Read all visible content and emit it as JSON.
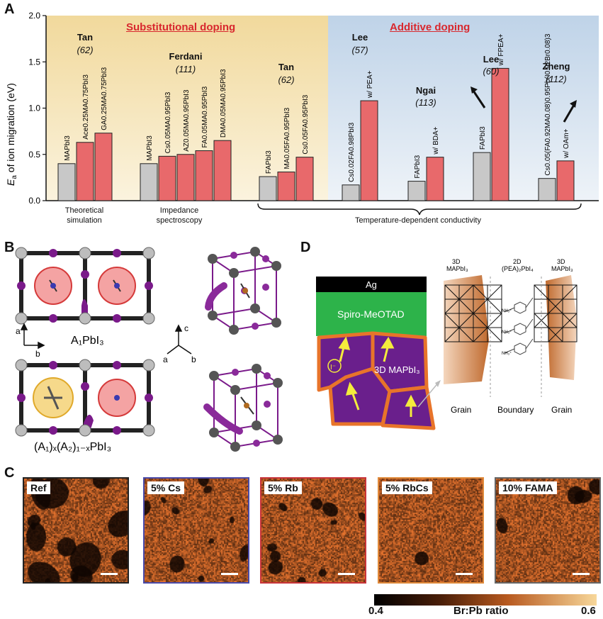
{
  "panels": {
    "a": "A",
    "b": "B",
    "c": "C",
    "d": "D"
  },
  "chart_data": {
    "type": "bar",
    "ylabel_main": "E",
    "ylabel_sub": "a",
    "ylabel_rest": " of ion migration (eV)",
    "ylim": [
      0,
      2.0
    ],
    "yticks": [
      "0.0",
      "0.5",
      "1.0",
      "1.5",
      "2.0"
    ],
    "sections": {
      "substitutional": "Substitutional doping",
      "additive": "Additive doping"
    },
    "colors": {
      "gray": "#c8c8c8",
      "red": "#e8696b",
      "sub_bg": "#f3e2b4",
      "add_bg": "#d7e3ef"
    },
    "groups": [
      {
        "name": "Tan",
        "ref": "(62)",
        "bars": [
          {
            "label": "MAPbI3",
            "value": 0.4,
            "color": "gray"
          },
          {
            "label": "Ace0.25MA0.75PbI3",
            "value": 0.63,
            "color": "red"
          },
          {
            "label": "GA0.25MA0.75PbI3",
            "value": 0.73,
            "color": "red"
          }
        ]
      },
      {
        "name": "Ferdani",
        "ref": "(111)",
        "bars": [
          {
            "label": "MAPbI3",
            "value": 0.4,
            "color": "gray"
          },
          {
            "label": "Cs0.05MA0.95PbI3",
            "value": 0.48,
            "color": "red"
          },
          {
            "label": "AZ0.05MA0.95PbI3",
            "value": 0.5,
            "color": "red"
          },
          {
            "label": "FA0.05MA0.95PbI3",
            "value": 0.54,
            "color": "red"
          },
          {
            "label": "DMA0.05MA0.95PbI3",
            "value": 0.65,
            "color": "red"
          }
        ]
      },
      {
        "name": "Tan",
        "ref": "(62)",
        "bars": [
          {
            "label": "FAPbI3",
            "value": 0.26,
            "color": "gray"
          },
          {
            "label": "MA0.05FA0.95PbI3",
            "value": 0.31,
            "color": "red"
          },
          {
            "label": "Cs0.05FA0.95PbI3",
            "value": 0.47,
            "color": "red"
          }
        ]
      },
      {
        "name": "Lee",
        "ref": "(57)",
        "bars": [
          {
            "label": "Cs0.02FA0.98PbI3",
            "value": 0.17,
            "color": "gray"
          },
          {
            "label": "w/ PEA+",
            "value": 1.08,
            "color": "red"
          }
        ]
      },
      {
        "name": "Ngai",
        "ref": "(113)",
        "bars": [
          {
            "label": "FAPbI3",
            "value": 0.21,
            "color": "gray"
          },
          {
            "label": "w/ BDA+",
            "value": 0.47,
            "color": "red"
          }
        ]
      },
      {
        "name": "Lee",
        "ref": "(60)",
        "bars": [
          {
            "label": "FAPbI3",
            "value": 0.52,
            "color": "gray"
          },
          {
            "label": "w/ FPEA+",
            "value": 1.43,
            "color": "red"
          }
        ]
      },
      {
        "name": "Zheng",
        "ref": "(112)",
        "bars": [
          {
            "label": "Cs0.05(FA0.92MA0.08)0.95Pb(I0.92Br0.08)3",
            "value": 0.24,
            "color": "gray"
          },
          {
            "label": "w/ OAm+",
            "value": 0.43,
            "color": "red"
          }
        ]
      }
    ],
    "methods": {
      "theoretical": [
        "Theoretical",
        "simulation"
      ],
      "impedance": [
        "Impedance",
        "spectroscopy"
      ],
      "temperature": "Temperature-dependent conductivity"
    }
  },
  "panel_b": {
    "formula1": "A₁PbI₃",
    "formula2": "(A₁)ₓ(A₂)₁₋ₓPbI₃",
    "axes_left": {
      "up": "a",
      "right": "b"
    },
    "axes_right": {
      "up": "c",
      "left": "a",
      "right": "b"
    }
  },
  "panel_d": {
    "ag": "Ag",
    "spiro": "Spiro-MeOTAD",
    "grain_label": "3D MAPbI₃",
    "ion": "I⁻",
    "left_3d": "3D",
    "left_3d_sub": "MAPbI₃",
    "mid_2d": "2D",
    "mid_2d_sub": "(PEA)₂PbI₄",
    "right_3d": "3D",
    "right_3d_sub": "MAPbI₃",
    "grain_left": "Grain",
    "boundary": "Boundary",
    "grain_right": "Grain",
    "nh3": "NH₃⁺",
    "colors": {
      "ag": "#000000",
      "spiro": "#2db34a",
      "grain": "#6a1f8c",
      "border": "#e8742a",
      "arrow": "#f4ec3c"
    }
  },
  "panel_c": {
    "maps": [
      {
        "label": "Ref",
        "border": "#222222"
      },
      {
        "label": "5% Cs",
        "border": "#4a4aa8"
      },
      {
        "label": "5% Rb",
        "border": "#c8343a"
      },
      {
        "label": "5% RbCs",
        "border": "#e08a3a"
      },
      {
        "label": "10% FAMA",
        "border": "#666666"
      }
    ],
    "colorbar": {
      "min": "0.4",
      "max": "0.6",
      "title": "Br:Pb ratio"
    }
  }
}
